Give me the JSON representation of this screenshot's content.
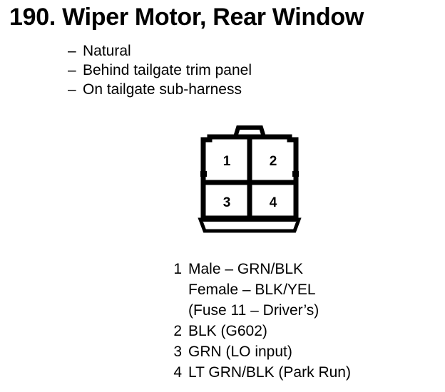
{
  "title": "190. Wiper Motor, Rear Window",
  "notes": {
    "dash": "–",
    "items": [
      "Natural",
      "Behind tailgate trim panel",
      "On tailgate sub-harness"
    ]
  },
  "connector": {
    "cavities": [
      {
        "id": "1",
        "label": "1"
      },
      {
        "id": "2",
        "label": "2"
      },
      {
        "id": "3",
        "label": "3"
      },
      {
        "id": "4",
        "label": "4"
      }
    ],
    "outline_color": "#000000",
    "fill_color": "#ffffff"
  },
  "legend": {
    "rows": [
      {
        "num": "1",
        "desc": "Male – GRN/BLK",
        "cont": [
          "Female – BLK/YEL",
          "(Fuse 11 – Driver’s)"
        ]
      },
      {
        "num": "2",
        "desc": "BLK (G602)",
        "cont": []
      },
      {
        "num": "3",
        "desc": "GRN (LO input)",
        "cont": []
      },
      {
        "num": "4",
        "desc": "LT GRN/BLK (Park Run)",
        "cont": []
      }
    ]
  }
}
